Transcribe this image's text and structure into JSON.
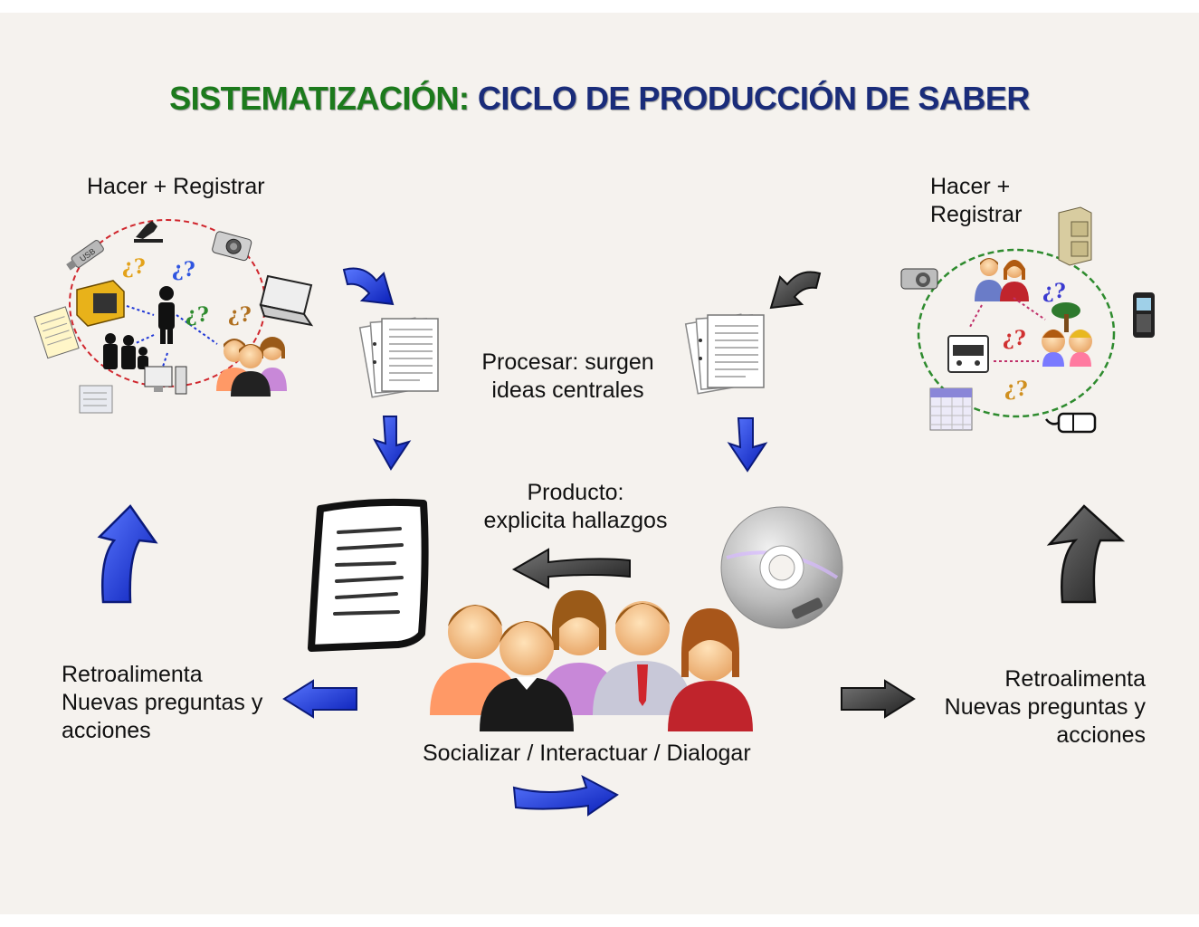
{
  "title": {
    "part1": "SISTEMATIZACIÓN:",
    "part2": "CICLO DE PRODUCCIÓN DE SABER"
  },
  "colors": {
    "title_green": "#1c7a1c",
    "title_blue": "#1a2c7a",
    "arrow_blue": "#1f37d6",
    "arrow_dark": "#3a3a3a",
    "circle_red": "#d0262d",
    "circle_green": "#2e8b2e"
  },
  "labels": {
    "left_top": "Hacer + Registrar",
    "right_top": [
      "Hacer +",
      "Registrar"
    ],
    "procesar": [
      "Procesar: surgen",
      "ideas centrales"
    ],
    "producto": [
      "Producto:",
      "explicita hallazgos"
    ],
    "left_bottom": [
      "Retroalimenta",
      "Nuevas preguntas y",
      "acciones"
    ],
    "right_bottom": [
      "Retroalimenta",
      "Nuevas preguntas y",
      "acciones"
    ],
    "socializar": "Socializar / Interactuar / Dialogar"
  },
  "icon_text": {
    "usb": "USB",
    "question": "¿?"
  }
}
